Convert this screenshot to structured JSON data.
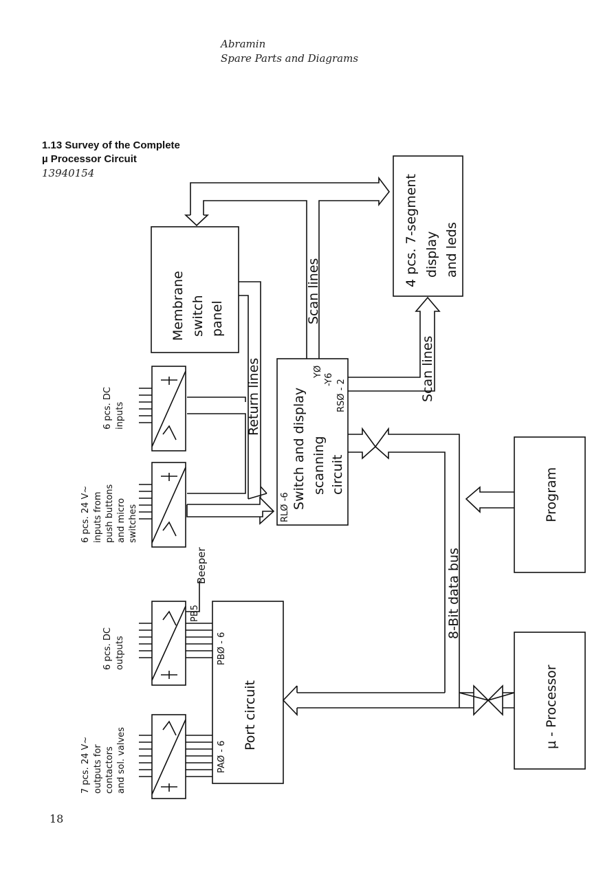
{
  "header": {
    "line1": "Abramin",
    "line2": "Spare Parts and Diagrams"
  },
  "section": {
    "title_line1": "1.13 Survey of the Complete",
    "title_line2": "µ Processor Circuit",
    "part_number": "13940154"
  },
  "page_number": "18",
  "blocks": {
    "display": [
      "4 pcs. 7-segment",
      "display",
      "and leds"
    ],
    "membrane": [
      "Membrane",
      "switch",
      "panel"
    ],
    "scanning": [
      "Switch and display",
      "scanning",
      "circuit"
    ],
    "program": "Program",
    "processor": "µ - Processor",
    "port": "Port circuit"
  },
  "pins": {
    "y": "YØ",
    "y6": "-Y6",
    "rs": "RSØ - 2",
    "rl": "RLØ -6",
    "pb5": "PB5",
    "pb": "PBØ - 6",
    "pa": "PAØ - 6"
  },
  "signals": {
    "scan_lines_1": "Scan lines",
    "scan_lines_2": "Scan lines",
    "return_lines": "Return lines",
    "data_bus": "8-Bit data bus",
    "beeper": "Beeper"
  },
  "io_groups": {
    "dc_inputs": [
      "6 pcs. DC",
      "inputs"
    ],
    "ac_inputs": [
      "6 pcs. 24 V~",
      "inputs from",
      "push buttons",
      "and micro",
      "switches"
    ],
    "dc_outputs": [
      "6 pcs. DC",
      "outputs"
    ],
    "ac_outputs": [
      "7 pcs. 24 V~",
      "outputs for",
      "contactors",
      "and sol. valves"
    ]
  }
}
